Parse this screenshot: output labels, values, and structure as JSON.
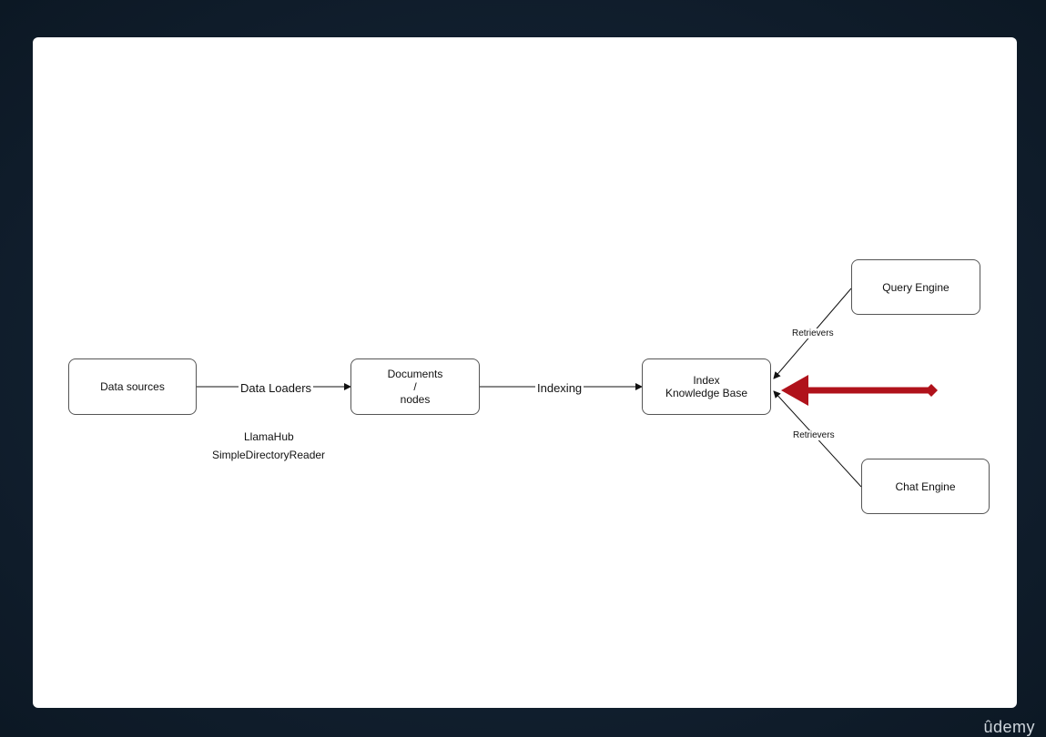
{
  "nodes": {
    "data_sources": "Data sources",
    "documents": [
      "Documents",
      "/",
      "nodes"
    ],
    "index": [
      "Index",
      "Knowledge Base"
    ],
    "query_engine": "Query Engine",
    "chat_engine": "Chat Engine"
  },
  "edges": {
    "data_loaders": "Data Loaders",
    "indexing": "Indexing",
    "retrievers_top": "Retrievers",
    "retrievers_bottom": "Retrievers"
  },
  "notes": {
    "llamahub": "LlamaHub",
    "reader": "SimpleDirectoryReader"
  },
  "highlight_color": "#b0121b",
  "watermark": "ûdemy"
}
